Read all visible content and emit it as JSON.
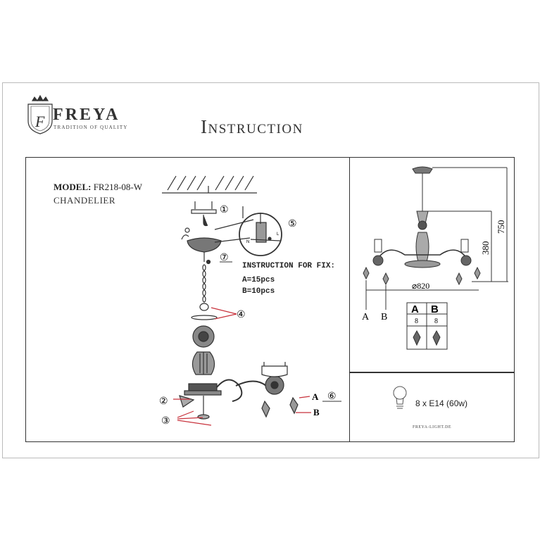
{
  "brand": {
    "name": "FREYA",
    "tagline": "TRADITION OF QUALITY",
    "logo_letter": "F"
  },
  "title": "Instruction",
  "product": {
    "model_label": "MODEL:",
    "model_code": "FR218-08-W",
    "type": "CHANDELIER"
  },
  "fix": {
    "title": "INSTRUCTION FOR FIX:",
    "a": "A=15pcs",
    "b": "B=10pcs"
  },
  "callouts": [
    "①",
    "②",
    "③",
    "④",
    "⑤",
    "⑥",
    "⑦"
  ],
  "wire_labels": {
    "n": "N",
    "l": "L"
  },
  "parts": {
    "a": "A",
    "b": "B"
  },
  "dimensions": {
    "height_total": "750",
    "height_body": "380",
    "diameter": "⌀820"
  },
  "parts_table": {
    "headers": [
      "A",
      "B"
    ],
    "counts": [
      "8",
      "8"
    ]
  },
  "lamp_spec": "8 x E14 (60w)",
  "website": "FREYA-LIGHT.DE"
}
